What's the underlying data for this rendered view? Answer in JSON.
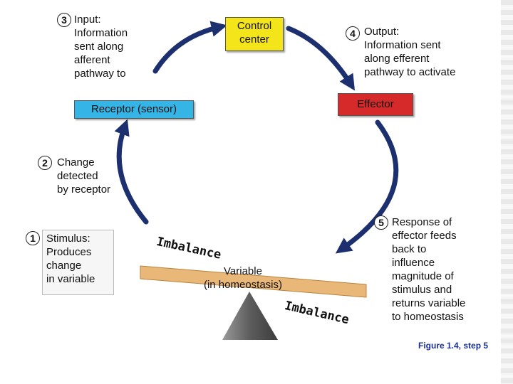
{
  "steps": {
    "s1": {
      "num": "1",
      "text": "Stimulus:\nProduces\nchange\nin variable"
    },
    "s2": {
      "num": "2",
      "text": "Change\ndetected\nby receptor"
    },
    "s3": {
      "num": "3",
      "text": "Input:\nInformation\nsent along\nafferent\npathway to"
    },
    "s4": {
      "num": "4",
      "text": "Output:\nInformation sent\nalong efferent\npathway to activate"
    },
    "s5": {
      "num": "5",
      "text": "Response of\neffector feeds\nback to\ninfluence\nmagnitude of\nstimulus and\nreturns variable\nto homeostasis"
    }
  },
  "boxes": {
    "control": "Control\ncenter",
    "receptor": "Receptor (sensor)",
    "effector": "Effector"
  },
  "seesaw": {
    "variable": "Variable\n(in homeostasis)",
    "imbalance_left": "Imbalance",
    "imbalance_right": "Imbalance"
  },
  "caption": "Figure 1.4, step 5",
  "colors": {
    "arrow": "#1c2f6e",
    "control": "#f4e41a",
    "receptor": "#34b5e6",
    "effector": "#d62a2a",
    "plank": "#e9b878",
    "fulcrum": "#6f6f6f",
    "caption": "#1b2f9a"
  }
}
